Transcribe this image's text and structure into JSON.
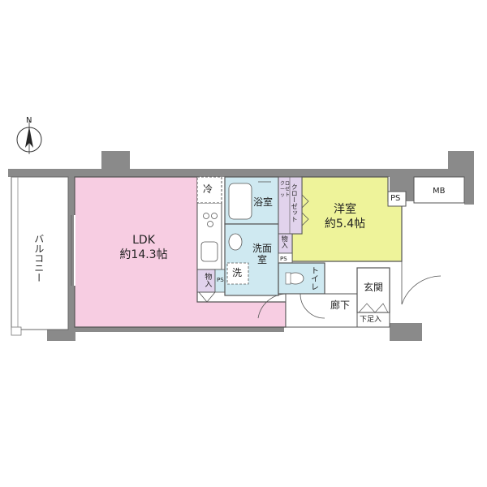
{
  "compass": {
    "label": "N"
  },
  "rooms": {
    "ldk": {
      "name": "LDK",
      "size": "約14.3帖"
    },
    "western": {
      "name": "洋室",
      "size": "約5.4帖"
    },
    "bath": {
      "name": "浴室"
    },
    "washroom": {
      "name": "洗面室"
    },
    "toilet": {
      "name": "トイレ"
    },
    "corridor": {
      "name": "廊下"
    },
    "entrance": {
      "name": "玄関"
    },
    "balcony": {
      "name": "バルコニー"
    }
  },
  "fixtures": {
    "fridge": "冷",
    "washer": "洗",
    "storage_kitchen": "物入",
    "storage_wash": "物入",
    "closet_small": "クローゼット",
    "closet": "クローゼット",
    "ps_main": "PS",
    "ps_small_1": "PS",
    "ps_small_2": "PS",
    "mb": "MB",
    "shoe_storage": "下足入"
  },
  "colors": {
    "ldk": "#f7cde2",
    "western": "#eef39a",
    "wet": "#cfe9f1",
    "closet": "#e1d3ec",
    "wall": "#8a8a8a"
  }
}
